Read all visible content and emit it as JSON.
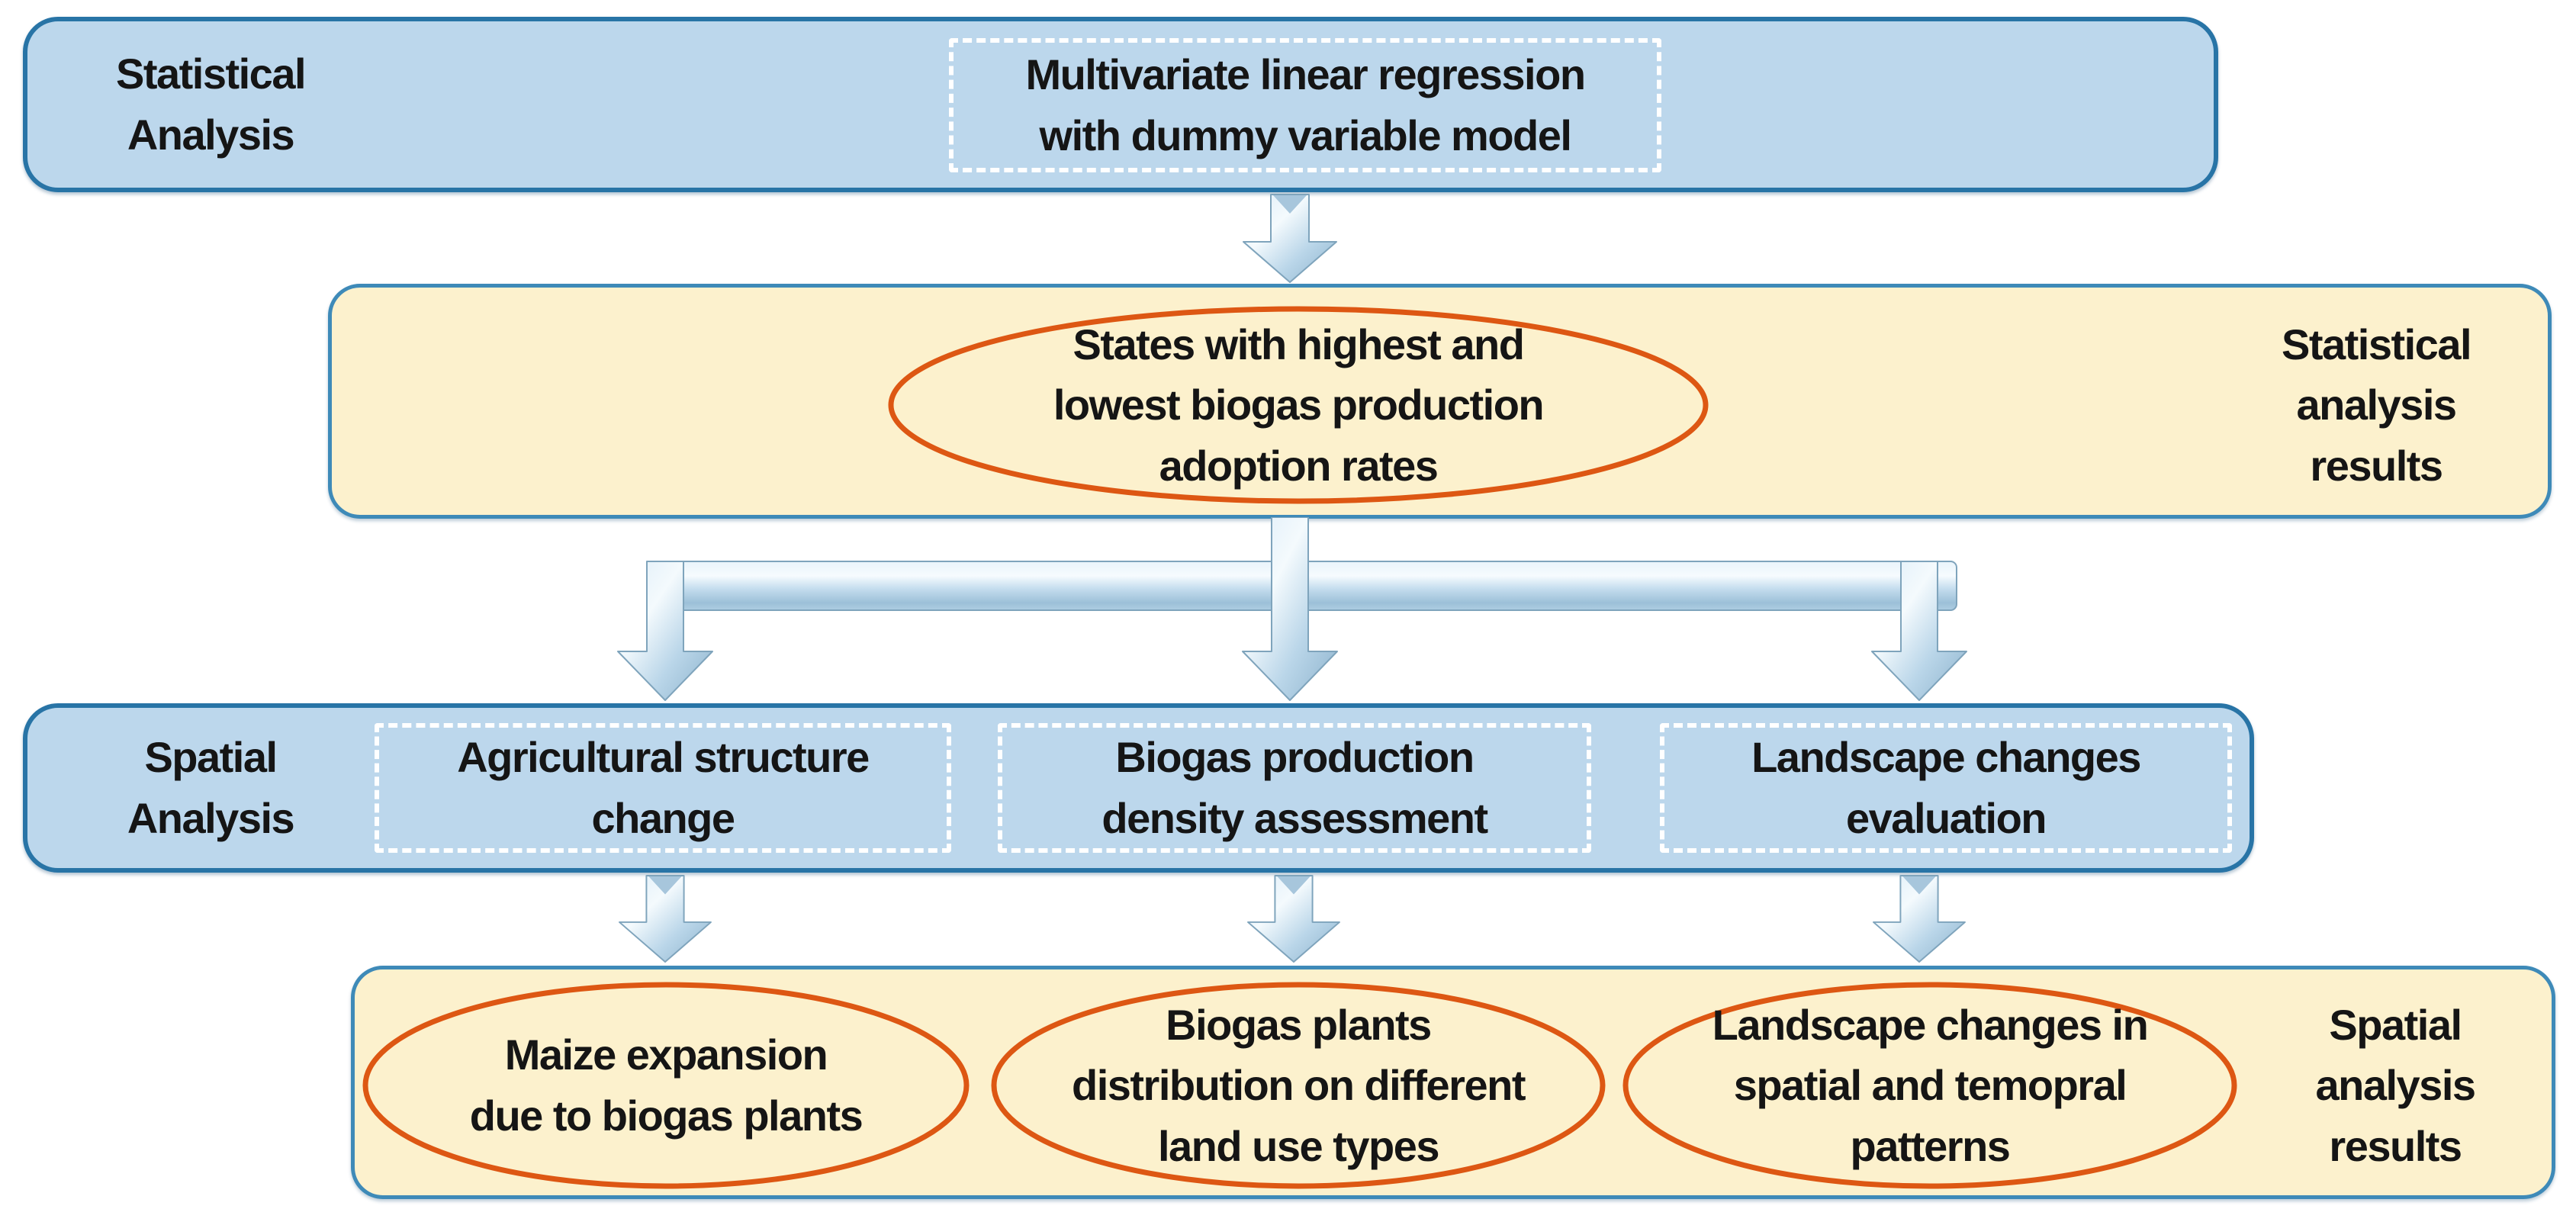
{
  "diagram": {
    "statistical_track": {
      "label": "Statistical\nAnalysis",
      "method_box": "Multivariate linear regression\nwith dummy variable model",
      "result_ellipse": "States with highest and\nlowest biogas production\nadoption rates",
      "result_label": "Statistical\nanalysis\nresults"
    },
    "spatial_track": {
      "label": "Spatial\nAnalysis",
      "method_boxes": [
        "Agricultural structure\nchange",
        "Biogas production\ndensity assessment",
        "Landscape changes\nevaluation"
      ],
      "result_ellipses": [
        "Maize expansion\ndue to biogas plants",
        "Biogas plants\ndistribution on different\nland use types",
        "Landscape changes in\nspatial and temopral\npatterns"
      ],
      "result_label": "Spatial\nanalysis\nresults"
    }
  },
  "colors": {
    "process_fill": "#BCD7EC",
    "process_border": "#2874A6",
    "result_fill": "#FCF1CD",
    "result_border": "#3E8AB8",
    "ellipse_stroke": "#DD5713",
    "dashed_border": "#FFFFFF",
    "arrow_light": "#F4FAFD",
    "arrow_dark": "#8CB2CC",
    "text": "#151515"
  }
}
